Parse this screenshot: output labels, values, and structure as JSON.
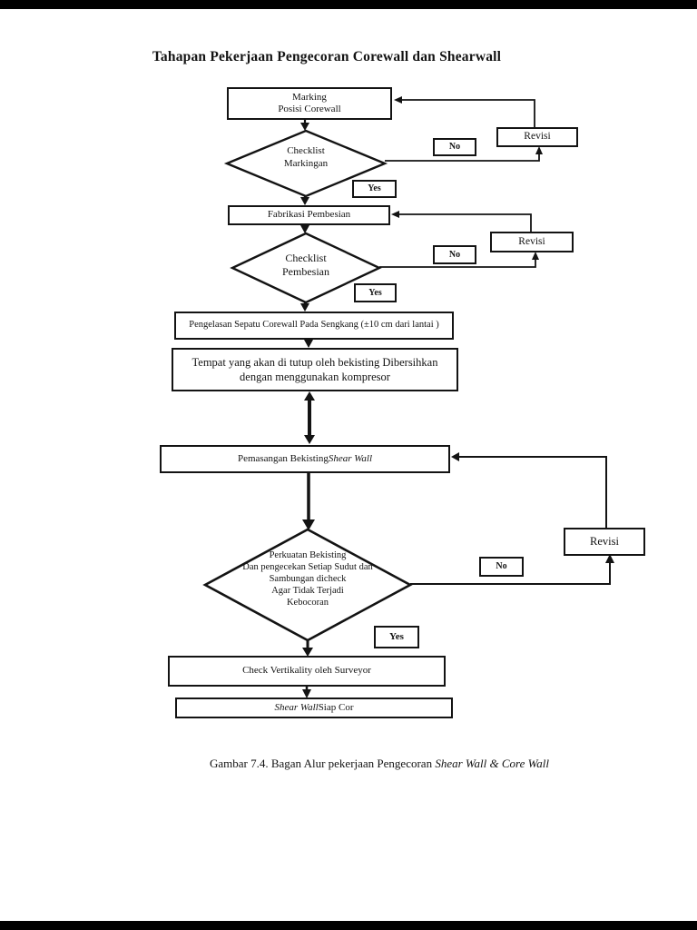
{
  "page": {
    "title": "Tahapan Pekerjaan Pengecoran Corewall dan Shearwall",
    "caption": {
      "text": "Gambar 7.4. Bagan Alur pekerjaan Pengecoran ",
      "italic": "Shear Wall & Core Wall"
    }
  },
  "flowchart": {
    "nodes": {
      "marking": "Marking\nPosisi Corewall",
      "checklist_markingan": "Checklist\nMarkingan",
      "fabrikasi": "Fabrikasi Pembesian",
      "checklist_pembesian": "Checklist\nPembesian",
      "pengelasan": "Pengelasan Sepatu Corewall Pada Sengkang (±10 cm dari lantai )",
      "tempat": "Tempat yang akan di tutup oleh bekisting Dibersihkan\ndengan menggunakan kompresor",
      "pemasangan": {
        "text": "Pemasangan Bekisting ",
        "italic": "Shear Wall"
      },
      "perkuatan": "Perkuatan Bekisting\nDan pengecekan Setiap Sudut dan\nSambungan dicheck\nAgar Tidak Terjadi\nKebocoran",
      "check_vertikality": "Check Vertikality oleh Surveyor",
      "siap_cor": {
        "italic": "Shear Wall",
        "text": " Siap Cor"
      }
    },
    "labels": {
      "no": "No",
      "yes": "Yes",
      "revisi": "Revisi"
    }
  },
  "colors": {
    "ink": "#131313",
    "page_bg": "#ffffff",
    "letterbox": "#000000"
  }
}
